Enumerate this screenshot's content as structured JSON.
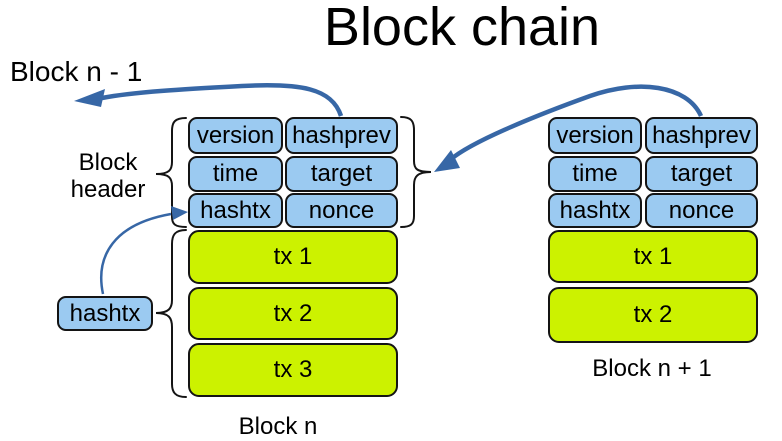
{
  "title": "Block chain",
  "labels": {
    "prev_block": "Block n - 1",
    "header_brace_line1": "Block",
    "header_brace_line2": "header",
    "hashtx_box": "hashtx"
  },
  "blocks": {
    "n": {
      "label": "Block n",
      "header_cells": [
        "version",
        "hashprev",
        "time",
        "target",
        "hashtx",
        "nonce"
      ],
      "transactions": [
        "tx 1",
        "tx 2",
        "tx 3"
      ]
    },
    "n_plus_1": {
      "label": "Block n + 1",
      "header_cells": [
        "version",
        "hashprev",
        "time",
        "target",
        "hashtx",
        "nonce"
      ],
      "transactions": [
        "tx 1",
        "tx 2"
      ]
    }
  },
  "colors": {
    "background": "#FFFFFF",
    "text": "#000000",
    "header_cell_fill": "#9BCAF1",
    "tx_cell_fill": "#CCF200",
    "cell_border": "#141414",
    "arrow": "#3767A6"
  }
}
